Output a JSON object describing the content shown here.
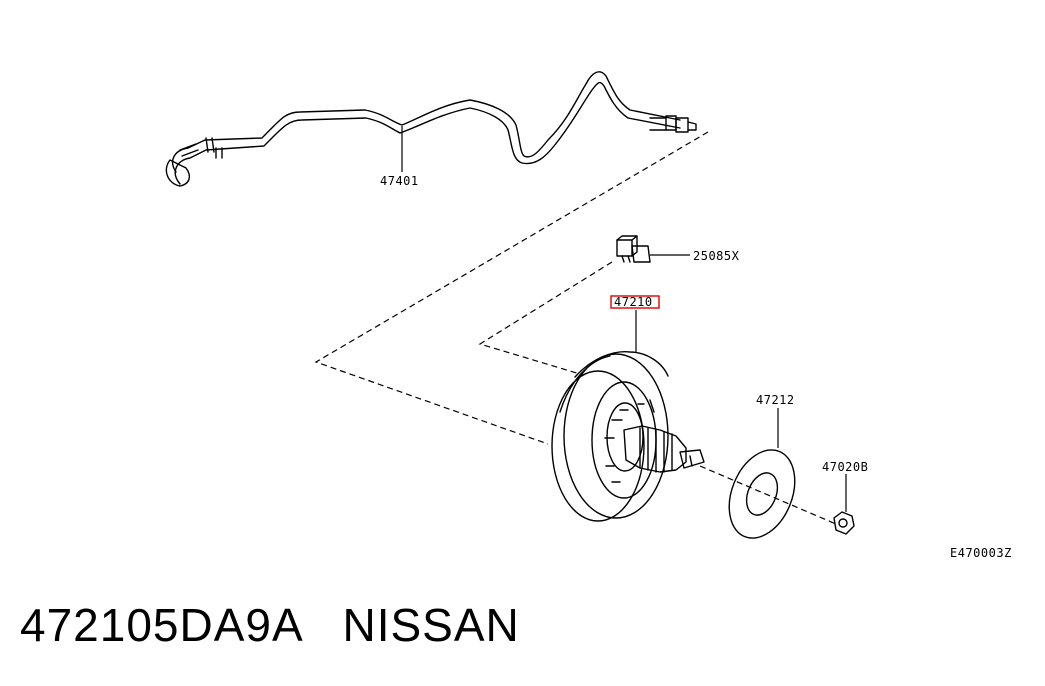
{
  "parts": {
    "brake_tube": "47401",
    "switch": "25085X",
    "booster": "47210",
    "gasket": "47212",
    "nut": "47020B"
  },
  "highlighted_part": "47210",
  "highlight_color": "#e00000",
  "diagram_code": "E470003Z",
  "caption": {
    "part_number": "472105DA9A",
    "brand": "NISSAN"
  }
}
